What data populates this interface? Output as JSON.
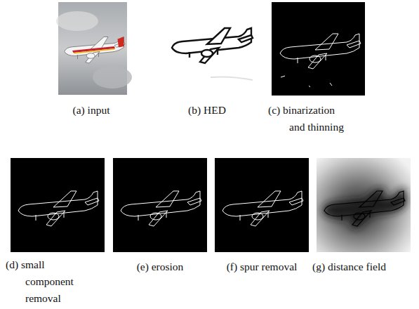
{
  "diagram": {
    "labels": [
      "(a) input",
      "(b) HED",
      "(c) binarization and thinning",
      "(d) small component removal",
      "(e) erosion",
      "(f) spur removal",
      "(g) distance field"
    ]
  }
}
